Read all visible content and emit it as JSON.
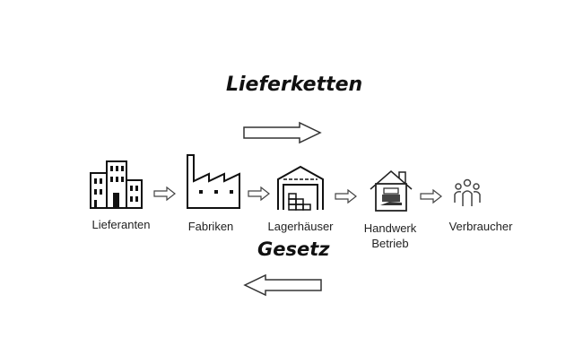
{
  "top_title": "Lieferketten",
  "bottom_title": "Gesetz",
  "nodes": [
    {
      "label": "Lieferanten",
      "icon": "office-buildings-icon"
    },
    {
      "label": "Fabriken",
      "icon": "factory-icon"
    },
    {
      "label": "Lagerhäuser",
      "icon": "warehouse-icon"
    },
    {
      "label": "Handwerk",
      "label2": "Betrieb",
      "icon": "workshop-house-icon"
    },
    {
      "label": "Verbraucher",
      "icon": "people-icon"
    }
  ]
}
